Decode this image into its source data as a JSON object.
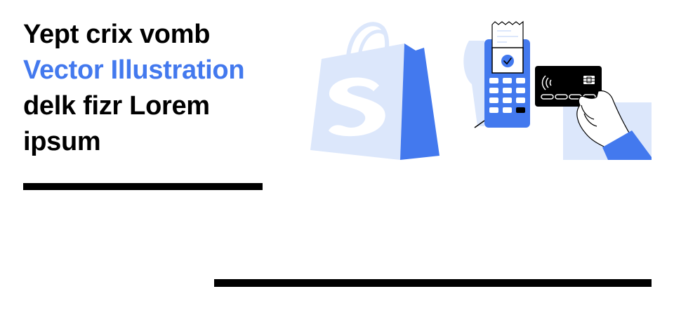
{
  "headline": {
    "line1": "Yept crix vomb",
    "line2": "Vector Illustration",
    "line3": "delk fizr Lorem",
    "line4": "ipsum"
  },
  "colors": {
    "accent": "#4379ee",
    "light_blue": "#dce7fb",
    "black": "#000000",
    "white": "#ffffff"
  },
  "illustration": {
    "items": [
      "shopping-bag",
      "payment-terminal",
      "receipt",
      "credit-card",
      "hand"
    ]
  }
}
